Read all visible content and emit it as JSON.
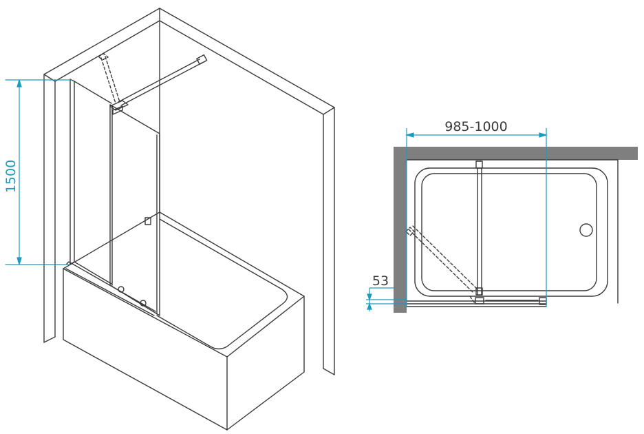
{
  "colors": {
    "dimension": "#1b9bbf",
    "line": "#3a3a3a",
    "wall_fill": "#7f7f7f",
    "background": "#ffffff"
  },
  "labels": {
    "height": "1500",
    "width_range": "985-1000",
    "profile_depth": "53"
  },
  "views": [
    "isometric-view",
    "top-view"
  ]
}
